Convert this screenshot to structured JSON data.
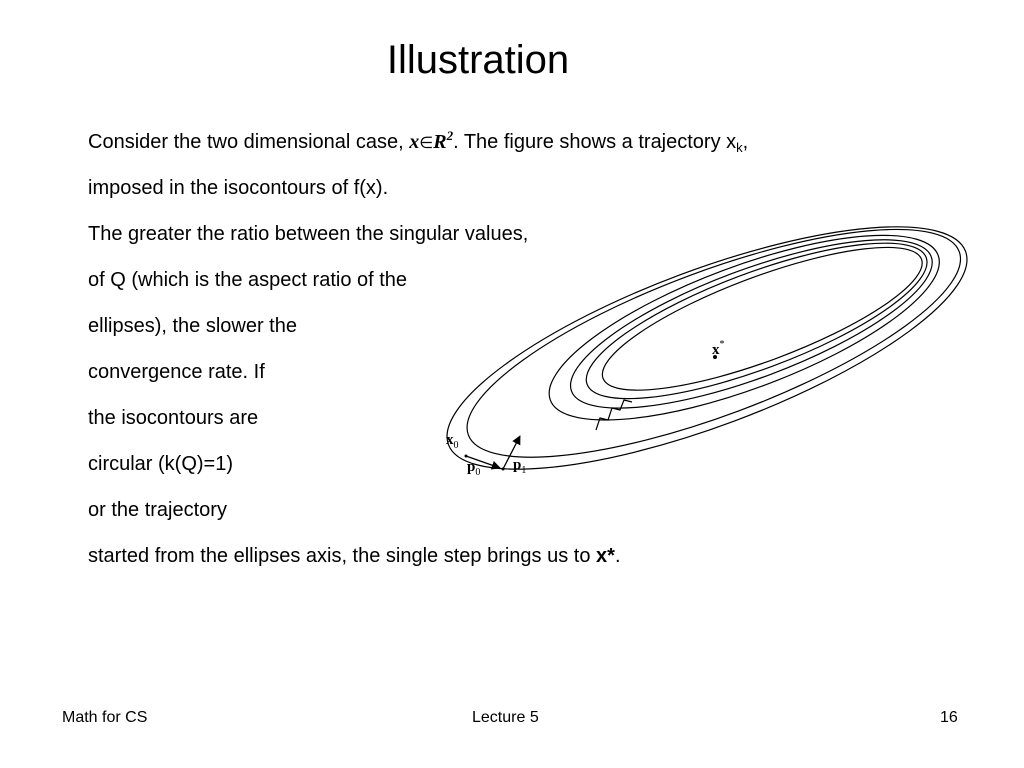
{
  "slide": {
    "title": "Illustration",
    "line1": {
      "pre": "Consider the two dimensional case, ",
      "var": "x",
      "rel": "∈",
      "set": "R",
      "exp": "2",
      "mid": ". The figure shows a trajectory x",
      "sub": "k",
      "post": ","
    },
    "line2": "imposed in the isocontours of f(x).",
    "line3": "The greater the ratio between the singular values,",
    "line4": "of Q (which is the aspect ratio of the",
    "line5": "ellipses), the slower the",
    "line6": "convergence rate. If",
    "line7": "the isocontours are",
    "line8": "circular (k(Q)=1)",
    "line9": "or the trajectory",
    "line10": {
      "pre": "started from the ellipses axis, the single step brings us to ",
      "bold": "x*",
      "post": "."
    }
  },
  "figure": {
    "x0_label": "x",
    "x0_sub": "0",
    "xstar_label": "x",
    "xstar_sup": "*",
    "p0_label": "p",
    "p0_sub": "0",
    "p1_label": "p",
    "p1_sub": "1"
  },
  "footer": {
    "left": "Math for CS",
    "center": "Lecture 5",
    "right": "16"
  }
}
